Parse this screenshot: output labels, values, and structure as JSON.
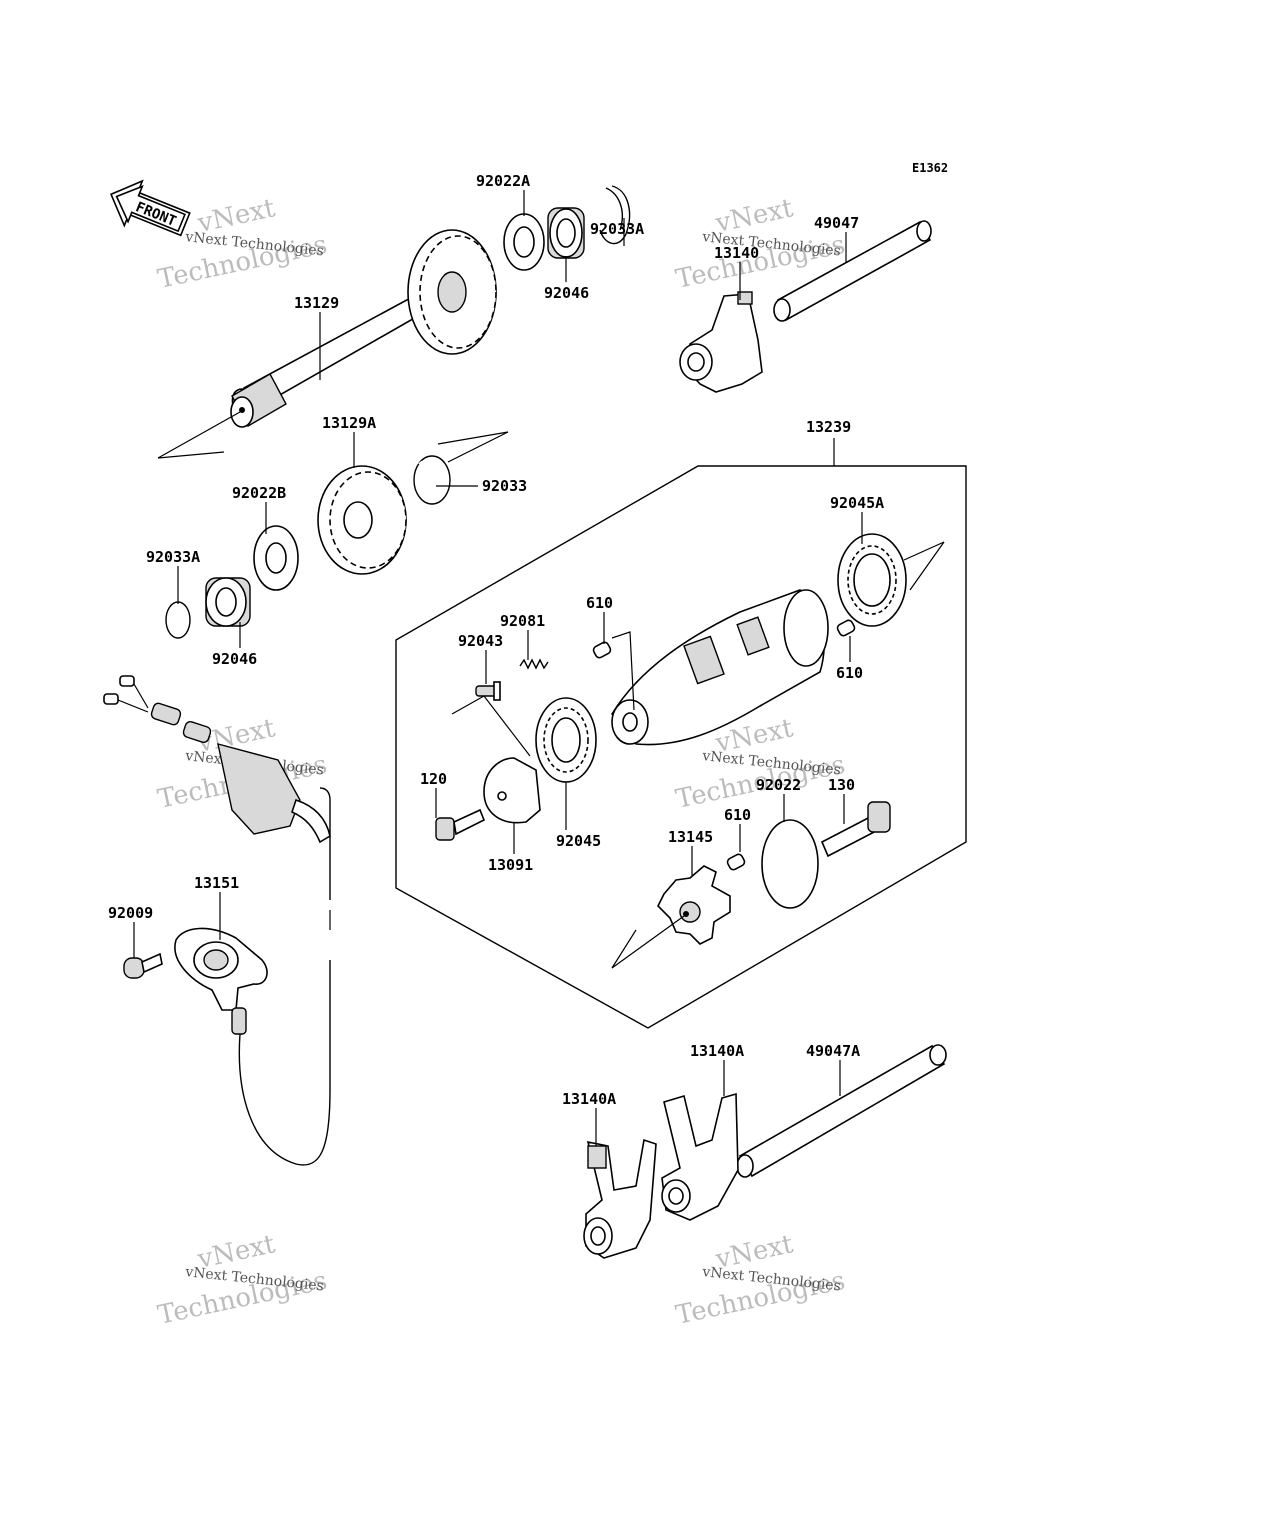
{
  "diagram_code": "E1362",
  "front_label": "FRONT",
  "watermark": {
    "line1": "vNext",
    "line2": "Technologies",
    "small": "vNext Technologies"
  },
  "labels": {
    "p92022A": "92022A",
    "p92033A_top": "92033A",
    "p92046_top": "92046",
    "p13129": "13129",
    "p49047": "49047",
    "p13140": "13140",
    "p13239": "13239",
    "p13129A": "13129A",
    "p92033": "92033",
    "p92022B": "92022B",
    "p92033A_left": "92033A",
    "p92046_left": "92046",
    "p92045A": "92045A",
    "p610_top": "610",
    "p92081": "92081",
    "p92043": "92043",
    "p610_right": "610",
    "p120": "120",
    "p92022": "92022",
    "p130": "130",
    "p610_mid": "610",
    "p92045": "92045",
    "p13091": "13091",
    "p13145": "13145",
    "p13151": "13151",
    "p92009": "92009",
    "p13140A_right": "13140A",
    "p49047A": "49047A",
    "p13140A_left": "13140A"
  }
}
